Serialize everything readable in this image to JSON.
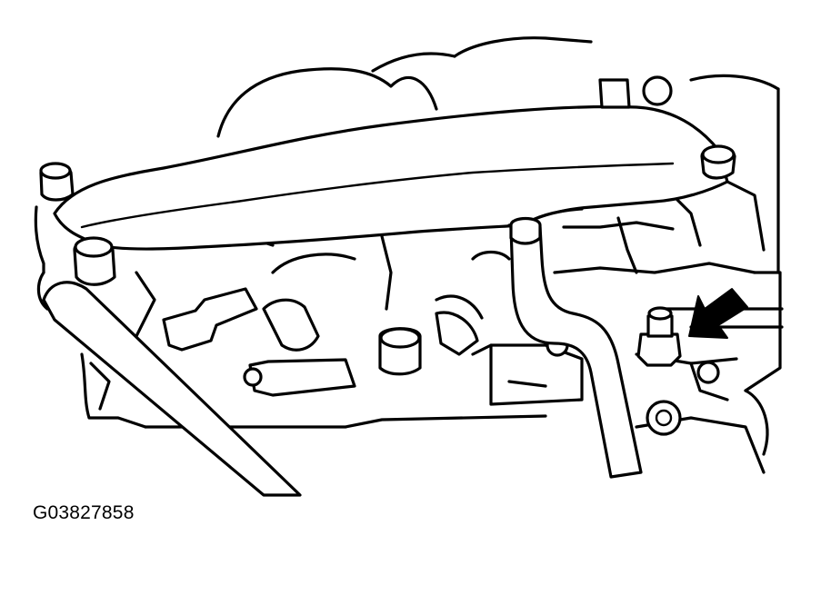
{
  "figure": {
    "caption": "G03827858",
    "line_color": "#000000",
    "background_color": "#ffffff",
    "components": [
      "intake-pipe",
      "bolt-heads",
      "electrical-connectors",
      "hose",
      "sensor",
      "pointer-arrow"
    ]
  }
}
